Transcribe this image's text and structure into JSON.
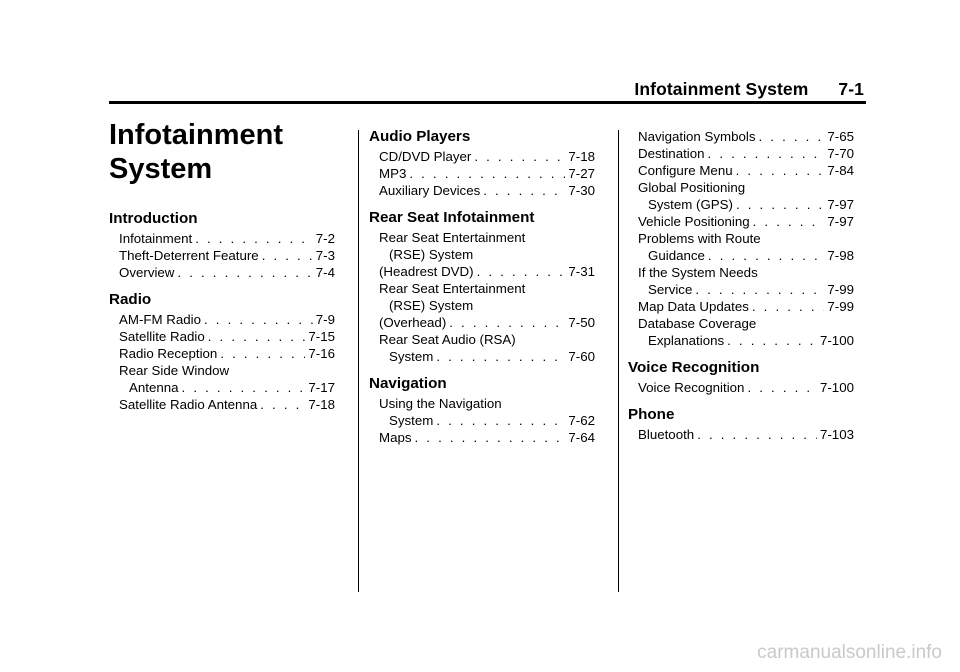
{
  "header": {
    "title": "Infotainment System",
    "page": "7-1"
  },
  "chapter_title_line1": "Infotainment",
  "chapter_title_line2": "System",
  "sections": {
    "introduction": {
      "heading": "Introduction",
      "entries": [
        {
          "title": "Infotainment",
          "page": "7-2"
        },
        {
          "title": "Theft-Deterrent Feature",
          "page": "7-3"
        },
        {
          "title": "Overview",
          "page": "7-4"
        }
      ]
    },
    "radio": {
      "heading": "Radio",
      "entries": [
        {
          "title": "AM-FM Radio",
          "page": "7-9"
        },
        {
          "title": "Satellite Radio",
          "page": "7-15"
        },
        {
          "title": "Radio Reception",
          "page": "7-16"
        },
        {
          "lead": "Rear Side Window",
          "title": "Antenna",
          "page": "7-17"
        },
        {
          "title": "Satellite Radio Antenna",
          "page": "7-18"
        }
      ]
    },
    "audio_players": {
      "heading": "Audio Players",
      "entries": [
        {
          "title": "CD/DVD Player",
          "page": "7-18"
        },
        {
          "title": "MP3",
          "page": "7-27"
        },
        {
          "title": "Auxiliary Devices",
          "page": "7-30"
        }
      ]
    },
    "rear_seat": {
      "heading": "Rear Seat Infotainment",
      "entries": [
        {
          "lead": "Rear Seat Entertainment",
          "lead2": "(RSE) System",
          "title": "(Headrest DVD)",
          "page": "7-31"
        },
        {
          "lead": "Rear Seat Entertainment",
          "lead2": "(RSE) System",
          "title": "(Overhead)",
          "page": "7-50"
        },
        {
          "lead": "Rear Seat Audio (RSA)",
          "title": "System",
          "page": "7-60"
        }
      ]
    },
    "navigation": {
      "heading": "Navigation",
      "entries": [
        {
          "lead": "Using the Navigation",
          "title": "System",
          "page": "7-62"
        },
        {
          "title": "Maps",
          "page": "7-64"
        },
        {
          "title": "Navigation Symbols",
          "page": "7-65"
        },
        {
          "title": "Destination",
          "page": "7-70"
        },
        {
          "title": "Configure Menu",
          "page": "7-84"
        },
        {
          "lead": "Global Positioning",
          "title": "System (GPS)",
          "page": "7-97"
        },
        {
          "title": "Vehicle Positioning",
          "page": "7-97"
        },
        {
          "lead": "Problems with Route",
          "title": "Guidance",
          "page": "7-98"
        },
        {
          "lead": "If the System Needs",
          "title": "Service",
          "page": "7-99"
        },
        {
          "title": "Map Data Updates",
          "page": "7-99"
        },
        {
          "lead": "Database Coverage",
          "title": "Explanations",
          "page": "7-100"
        }
      ]
    },
    "voice": {
      "heading": "Voice Recognition",
      "entries": [
        {
          "title": "Voice Recognition",
          "page": "7-100"
        }
      ]
    },
    "phone": {
      "heading": "Phone",
      "entries": [
        {
          "title": "Bluetooth",
          "page": "7-103"
        }
      ]
    }
  },
  "watermark": "carmanualsonline.info"
}
